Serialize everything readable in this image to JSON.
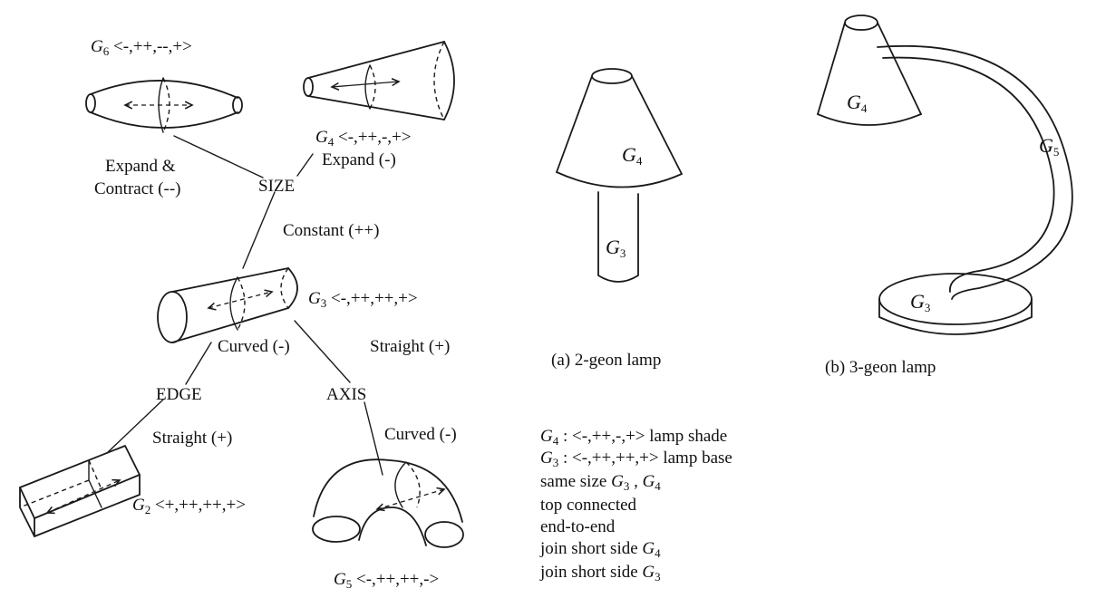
{
  "left_diagram": {
    "nodes": {
      "size": "SIZE",
      "edge": "EDGE",
      "axis": "AXIS"
    },
    "branches": {
      "expand_contract_line1": "Expand &",
      "expand_contract_line2": "Contract (--)",
      "expand": "Expand (-)",
      "constant": "Constant (++)",
      "curved_edge": "Curved (-)",
      "straight_axis": "Straight (+)",
      "straight_edge": "Straight (+)",
      "curved_axis": "Curved (-)"
    },
    "geons": {
      "g6": {
        "letter": "G",
        "sub": "6",
        "code": " <-,++,--,+>"
      },
      "g4": {
        "letter": "G",
        "sub": "4",
        "code": " <-,++,-,+>"
      },
      "g3": {
        "letter": "G",
        "sub": "3",
        "code": " <-,++,++,+>"
      },
      "g2": {
        "letter": "G",
        "sub": "2",
        "code": " <+,++,++,+>"
      },
      "g5": {
        "letter": "G",
        "sub": "5",
        "code": " <-,++,++,->"
      }
    }
  },
  "lamp_a": {
    "shade_label": {
      "letter": "G",
      "sub": "4"
    },
    "base_label": {
      "letter": "G",
      "sub": "3"
    },
    "caption": "(a) 2-geon lamp"
  },
  "lamp_b": {
    "shade_label": {
      "letter": "G",
      "sub": "4"
    },
    "arm_label": {
      "letter": "G",
      "sub": "5"
    },
    "base_label": {
      "letter": "G",
      "sub": "3"
    },
    "caption": "(b) 3-geon lamp"
  },
  "description": {
    "line1": {
      "letter": "G",
      "sub": "4",
      "text": " : <-,++,-,+>  lamp shade"
    },
    "line2": {
      "letter": "G",
      "sub": "3",
      "text": " : <-,++,++,+> lamp base"
    },
    "line3": {
      "prefix": "same size ",
      "a_letter": "G",
      "a_sub": "3",
      "sep": " , ",
      "b_letter": "G",
      "b_sub": "4"
    },
    "line4": "top connected",
    "line5": "end-to-end",
    "line6": {
      "prefix": "join short side ",
      "letter": "G",
      "sub": "4"
    },
    "line7": {
      "prefix": "join short side ",
      "letter": "G",
      "sub": "3"
    }
  }
}
